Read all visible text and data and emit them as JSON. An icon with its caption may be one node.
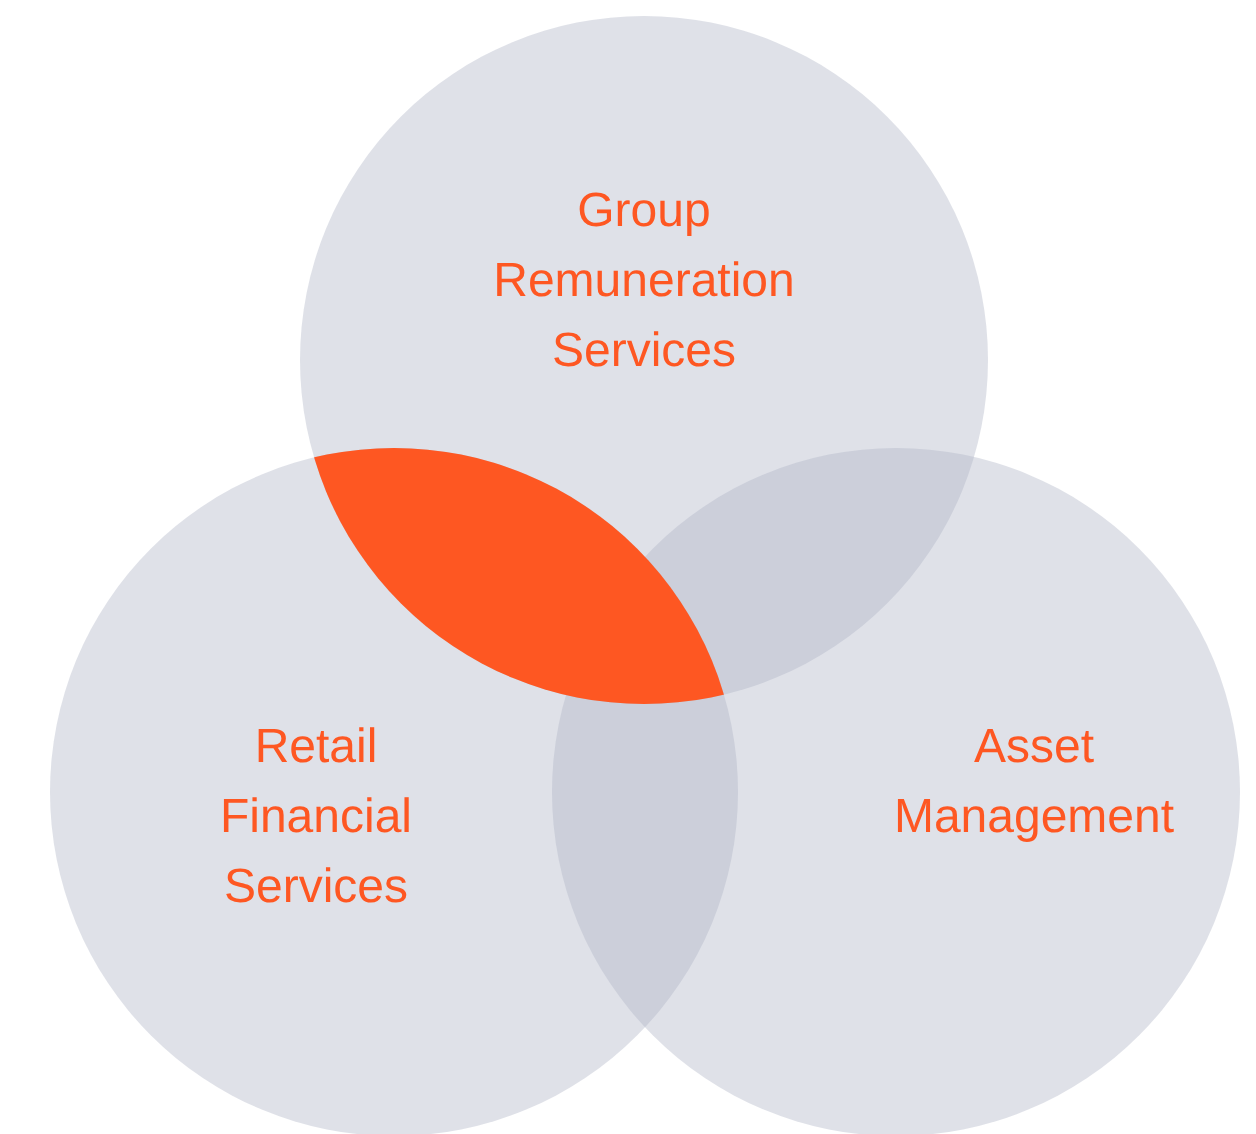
{
  "diagram": {
    "nodes": [
      {
        "text": [
          "Group Remuneration Services"
        ]
      },
      {
        "text": [
          "Retail Financial Services"
        ]
      },
      {
        "text": [
          "Asset Management"
        ]
      }
    ],
    "edges": []
  }
}
